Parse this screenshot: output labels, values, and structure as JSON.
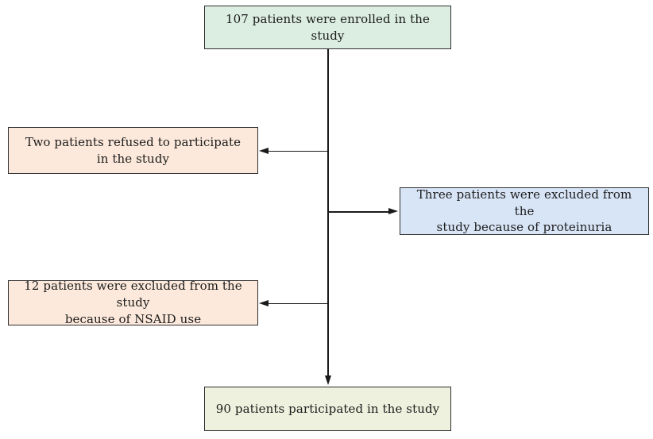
{
  "diagram": {
    "background_color": "#ffffff",
    "connector_color": "#1a1a1a",
    "border_color": "#2e2e2e",
    "text_color": "#1c1c1c",
    "nodes": [
      {
        "id": "enrolled",
        "text": "107 patients were enrolled in the study",
        "fill": "#dcede2"
      },
      {
        "id": "refused",
        "text": "Two patients refused to participate\nin the study",
        "fill": "#fce9db"
      },
      {
        "id": "excluded-proteinuria",
        "text": "Three patients were excluded from the\nstudy because of proteinuria",
        "fill": "#d8e5f7"
      },
      {
        "id": "excluded-nsaid",
        "text": "12 patients were excluded from the study\nbecause of NSAID use",
        "fill": "#fce9db"
      },
      {
        "id": "participated",
        "text": "90 patients participated in the study",
        "fill": "#edf1dd"
      }
    ]
  }
}
